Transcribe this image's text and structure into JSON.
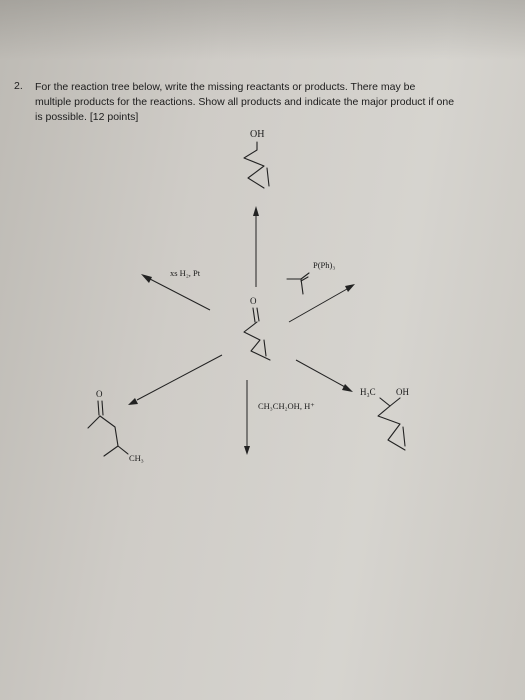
{
  "question": {
    "number": "2.",
    "lines": [
      "For the reaction tree below, write the missing reactants or products. There may be",
      "multiple products for the reactions. Show all products and indicate the major product if one",
      "is possible. [12 points]"
    ]
  },
  "labels": {
    "top_product_oh": "OH",
    "reagent_h2": "xs H₂, Pt",
    "reagent_wittig": "P(Ph)₃",
    "center_carbonyl_o": "O",
    "left_ketone_o": "O",
    "left_ch3": "CH₃",
    "reagent_acetal": "CH₃CH₂OH, H⁺",
    "right_product_h3c": "H₃C",
    "right_product_oh": "OH"
  }
}
